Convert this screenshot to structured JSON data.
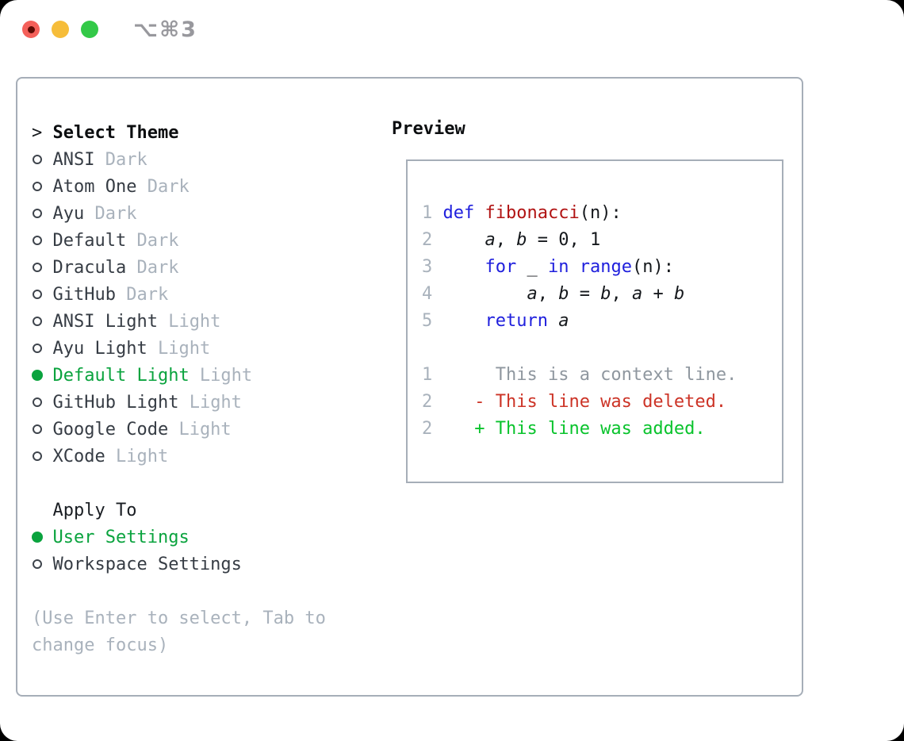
{
  "window": {
    "shortcut": "⌥⌘3",
    "traffic_lights": [
      {
        "name": "close"
      },
      {
        "name": "minimize"
      },
      {
        "name": "zoom"
      }
    ]
  },
  "theme_panel": {
    "header": {
      "prefix": ">",
      "label": "Select Theme"
    },
    "themes": [
      {
        "name": "ANSI",
        "variant": "Dark",
        "selected": false
      },
      {
        "name": "Atom One",
        "variant": "Dark",
        "selected": false
      },
      {
        "name": "Ayu",
        "variant": "Dark",
        "selected": false
      },
      {
        "name": "Default",
        "variant": "Dark",
        "selected": false
      },
      {
        "name": "Dracula",
        "variant": "Dark",
        "selected": false
      },
      {
        "name": "GitHub",
        "variant": "Dark",
        "selected": false
      },
      {
        "name": "ANSI Light",
        "variant": "Light",
        "selected": false
      },
      {
        "name": "Ayu Light",
        "variant": "Light",
        "selected": false
      },
      {
        "name": "Default Light",
        "variant": "Light",
        "selected": true
      },
      {
        "name": "GitHub Light",
        "variant": "Light",
        "selected": false
      },
      {
        "name": "Google Code",
        "variant": "Light",
        "selected": false
      },
      {
        "name": "XCode",
        "variant": "Light",
        "selected": false
      }
    ],
    "apply_to": {
      "label": "Apply To",
      "options": [
        {
          "name": "User Settings",
          "selected": true
        },
        {
          "name": "Workspace Settings",
          "selected": false
        }
      ]
    },
    "hint_lines": [
      "(Use Enter to select, Tab to",
      "change focus)"
    ]
  },
  "preview": {
    "label": "Preview",
    "code_lines": [
      {
        "num": "1",
        "segments": [
          {
            "text": "def",
            "style": "keyword"
          },
          {
            "text": " "
          },
          {
            "text": "fibonacci",
            "style": "function"
          },
          {
            "text": "(n):"
          }
        ]
      },
      {
        "num": "2",
        "segments": [
          {
            "text": "    "
          },
          {
            "text": "a",
            "style": "variable"
          },
          {
            "text": ", "
          },
          {
            "text": "b",
            "style": "variable"
          },
          {
            "text": " = 0, 1"
          }
        ]
      },
      {
        "num": "3",
        "segments": [
          {
            "text": "    "
          },
          {
            "text": "for",
            "style": "keyword"
          },
          {
            "text": " _ "
          },
          {
            "text": "in",
            "style": "keyword"
          },
          {
            "text": " "
          },
          {
            "text": "range",
            "style": "keyword"
          },
          {
            "text": "(n):"
          }
        ]
      },
      {
        "num": "4",
        "segments": [
          {
            "text": "        "
          },
          {
            "text": "a",
            "style": "variable"
          },
          {
            "text": ", "
          },
          {
            "text": "b",
            "style": "variable"
          },
          {
            "text": " = "
          },
          {
            "text": "b",
            "style": "variable"
          },
          {
            "text": ", "
          },
          {
            "text": "a",
            "style": "variable"
          },
          {
            "text": " + "
          },
          {
            "text": "b",
            "style": "variable"
          }
        ]
      },
      {
        "num": "5",
        "segments": [
          {
            "text": "    "
          },
          {
            "text": "return",
            "style": "keyword"
          },
          {
            "text": " "
          },
          {
            "text": "a",
            "style": "variable"
          }
        ]
      }
    ],
    "diff_lines": [
      {
        "num": "1",
        "marker": " ",
        "text": "This is a context line.",
        "kind": "context"
      },
      {
        "num": "2",
        "marker": "-",
        "text": "This line was deleted.",
        "kind": "deleted"
      },
      {
        "num": "2",
        "marker": "+",
        "text": "This line was added.",
        "kind": "added"
      }
    ]
  },
  "colors": {
    "accent_green": "#0aa33e",
    "added_green": "#09c32c",
    "deleted_red": "#cc3326",
    "keyword_blue": "#2020dd",
    "function_red": "#b11313",
    "muted_gray": "#a9b2bc",
    "context_gray": "#8f979f",
    "border_gray": "#a6aeb8",
    "traffic_red": "#f4605a",
    "traffic_yellow": "#f6bd3a",
    "traffic_green": "#33c948"
  }
}
